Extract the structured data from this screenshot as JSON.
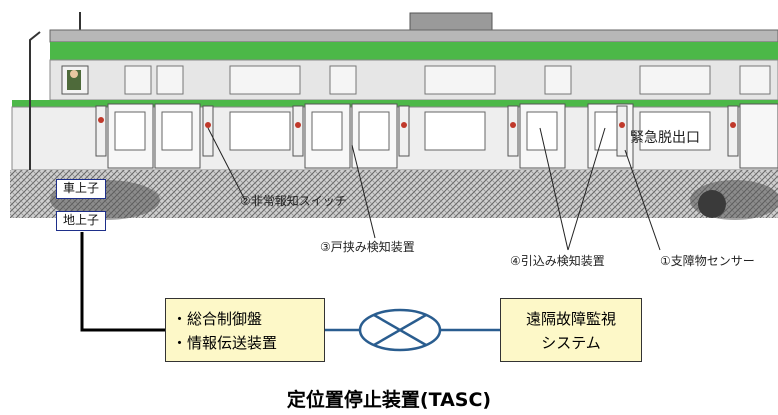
{
  "labels": {
    "emergency_exit": "緊急脱出口",
    "switch": "②非常報知スイッチ",
    "door_detect": "③戸挟み検知装置",
    "pull_detect": "④引込み検知装置",
    "obstacle_sensor": "①支障物センサー",
    "car_coil": "車上子",
    "ground_coil": "地上子"
  },
  "control_box": {
    "line1": "・総合制御盤",
    "line2": "・情報伝送装置"
  },
  "monitor_box": {
    "line1": "遠隔故障監視",
    "line2": "システム"
  },
  "title": "定位置停止装置(TASC)",
  "colors": {
    "green_stripe": "#4cb848",
    "box_fill": "#fdf8c8",
    "link_blue": "#2a5d8f"
  }
}
